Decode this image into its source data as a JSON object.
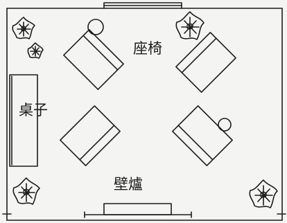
{
  "room": {
    "labels": {
      "seats": "座椅",
      "table": "桌子",
      "fireplace": "壁爐"
    }
  }
}
